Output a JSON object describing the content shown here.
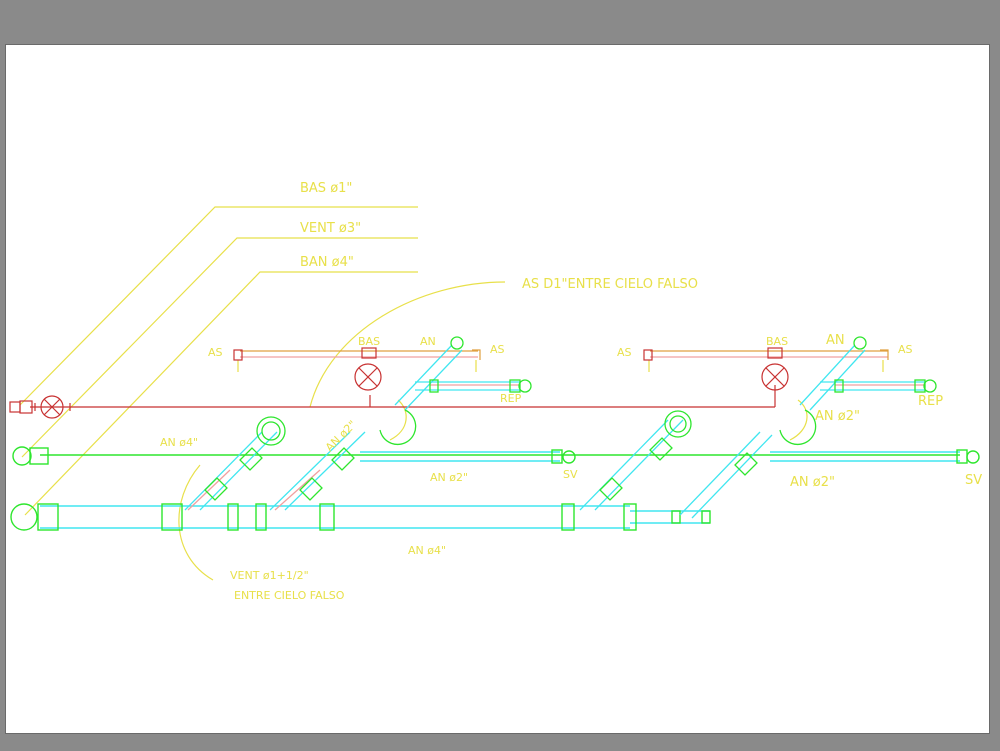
{
  "colors": {
    "background": "#8a8a8a",
    "sheet": "#ffffff",
    "label": "#e8e04a",
    "pipe_green": "#2ee62e",
    "pipe_cyan": "#40e6f0",
    "pipe_red": "#c83232",
    "pipe_pink": "#f0a0a0",
    "pipe_orange": "#e0a040"
  },
  "labels": {
    "bas_1": "BAS ø1\"",
    "vent_3": "VENT ø3\"",
    "ban_4": "BAN ø4\"",
    "as_ceiling": "AS D1\"ENTRE CIELO FALSO",
    "as_left_1": "AS",
    "bas_left": "BAS",
    "an_left": "AN",
    "as_left_2": "AS",
    "rep_left": "REP",
    "as_right_1": "AS",
    "bas_right": "BAS",
    "an_right": "AN",
    "as_right_2": "AS",
    "rep_right": "REP",
    "an_4_top": "AN ø4\"",
    "an_2_diag": "AN ø2\"",
    "an_2_mid_left": "AN ø2\"",
    "sv_left": "SV",
    "an_2_mid_right": "AN ø2\"",
    "an_2_lower_right": "AN ø2\"",
    "sv_right": "SV",
    "an_4_bottom": "AN ø4\"",
    "vent_note_1": "VENT ø1+1/2\"",
    "vent_note_2": "ENTRE CIELO FALSO"
  }
}
